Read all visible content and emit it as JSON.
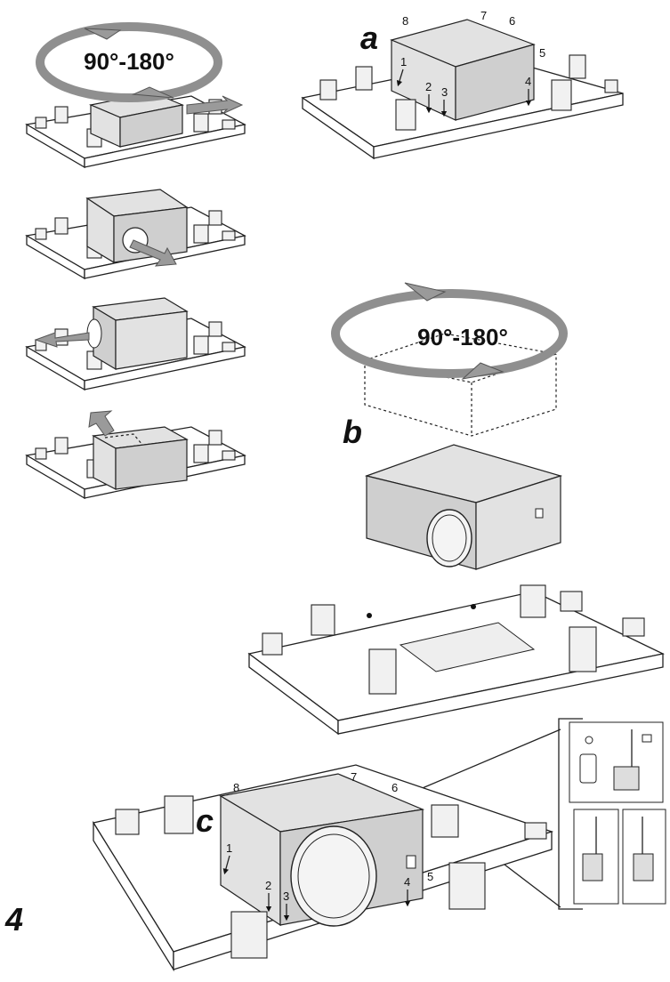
{
  "figure_number": "4",
  "step_labels": {
    "a": "a",
    "b": "b",
    "c": "c"
  },
  "rotation_labels": {
    "top_left": "90°-180°",
    "step_b": "90°-180°"
  },
  "point_numbers_a": [
    "1",
    "2",
    "3",
    "4",
    "5",
    "6",
    "7",
    "8"
  ],
  "point_numbers_c": [
    "1",
    "2",
    "3",
    "4",
    "5",
    "6",
    "7",
    "8"
  ],
  "colors": {
    "arrow_gray": "#9a9a9a",
    "box_gray": "#e2e2e2",
    "line": "#222222"
  }
}
